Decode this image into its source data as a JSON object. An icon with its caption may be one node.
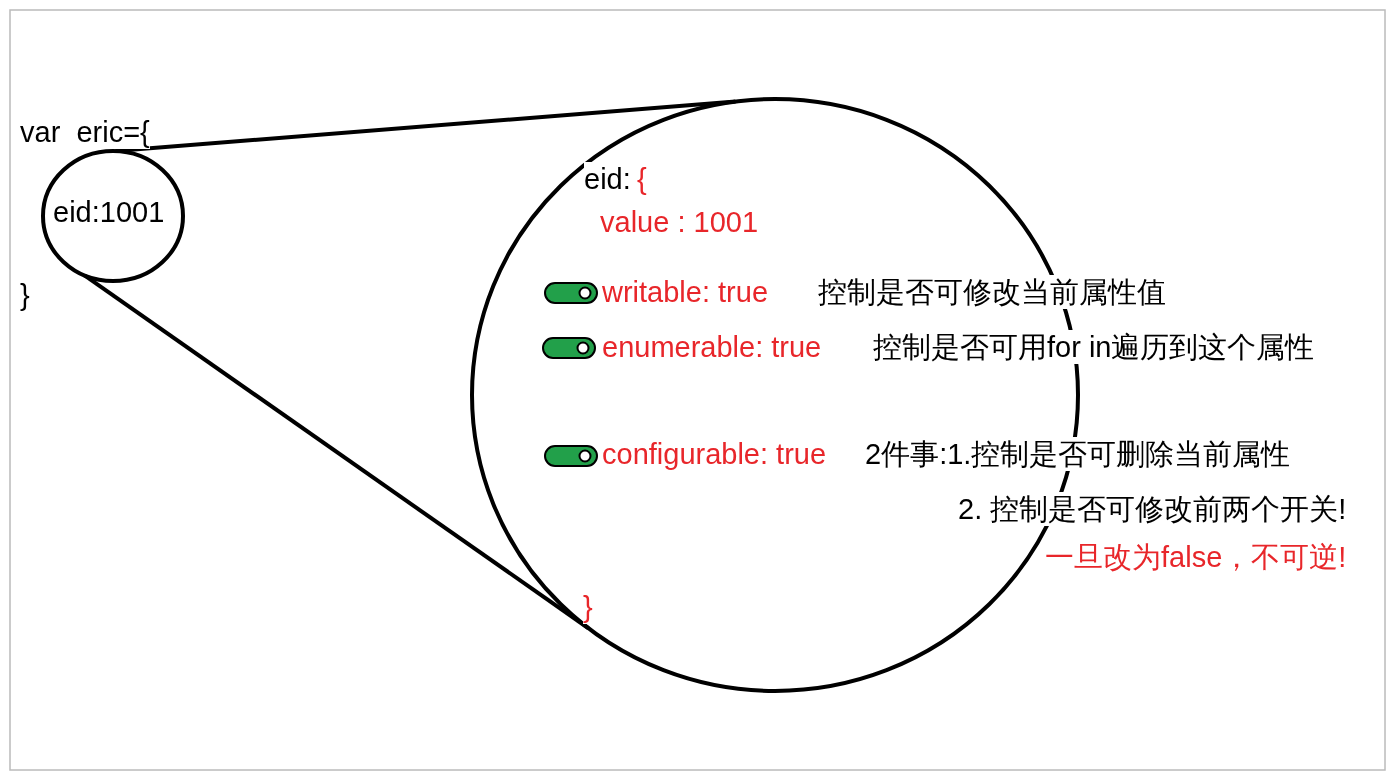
{
  "diagram": {
    "nodes": [
      {
        "text": [
          "eid:1001"
        ]
      },
      {
        "text": [],
        "shape": "circle"
      }
    ],
    "edges": [
      {
        "from": 0,
        "to": 1,
        "arrow": "none"
      },
      {
        "from": 0,
        "to": 1,
        "arrow": "none"
      }
    ],
    "labels": [
      "var  eric={",
      "}",
      "eid:",
      "{",
      "value : 1001",
      "writable: true",
      "控制是否可修改当前属性值",
      "enumerable: true",
      "控制是否可用for in遍历到这个属性",
      "configurable: true",
      "2件事:1.控制是否可删除当前属性",
      "2. 控制是否可修改前两个开关!",
      "一旦改为false，不可逆!",
      "}"
    ]
  }
}
